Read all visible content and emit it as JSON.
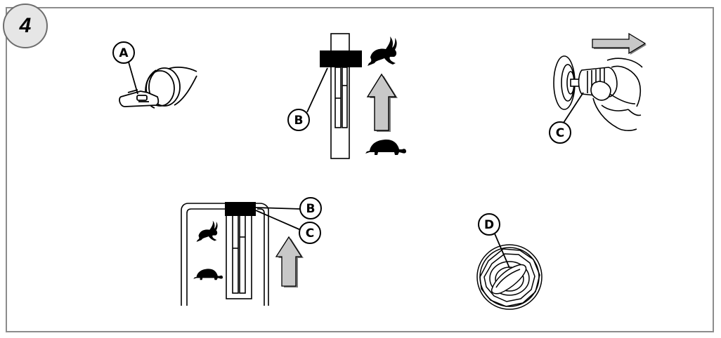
{
  "step": {
    "number": "4"
  },
  "callouts": {
    "a": "A",
    "b": "B",
    "c": "C",
    "d": "D"
  },
  "colors": {
    "frame_border": "#8c8c8c",
    "badge_fill": "#e6e6e6",
    "arrow_fill": "#c8c8c8",
    "arrow_shadow": "#7a7a7a",
    "ink": "#000000"
  },
  "icons": {
    "fast": "hare-icon",
    "slow": "tortoise-icon",
    "direction": "arrow-icon"
  }
}
